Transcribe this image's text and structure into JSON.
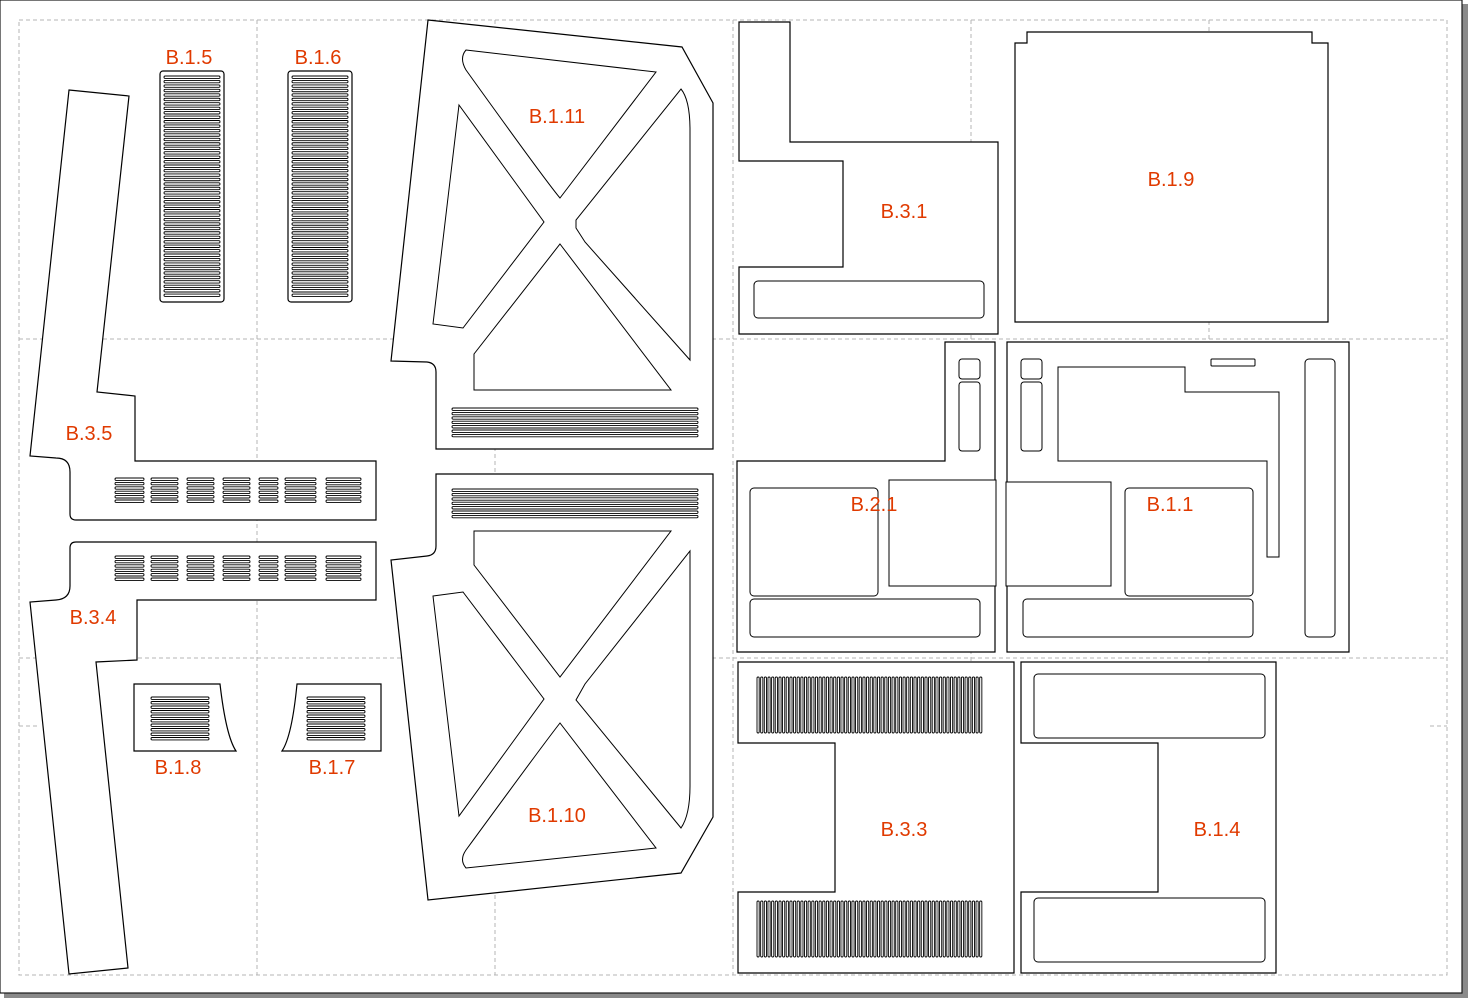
{
  "sheet": {
    "label_color": "#e03a00",
    "line_color": "#000000",
    "grid_color": "#b4b4b4"
  },
  "parts": {
    "b_1_1": "B.1.1",
    "b_1_4": "B.1.4",
    "b_1_5": "B.1.5",
    "b_1_6": "B.1.6",
    "b_1_7": "B.1.7",
    "b_1_8": "B.1.8",
    "b_1_9": "B.1.9",
    "b_1_10": "B.1.10",
    "b_1_11": "B.1.11",
    "b_2_1": "B.2.1",
    "b_3_1": "B.3.1",
    "b_3_3": "B.3.3",
    "b_3_4": "B.3.4",
    "b_3_5": "B.3.5"
  }
}
